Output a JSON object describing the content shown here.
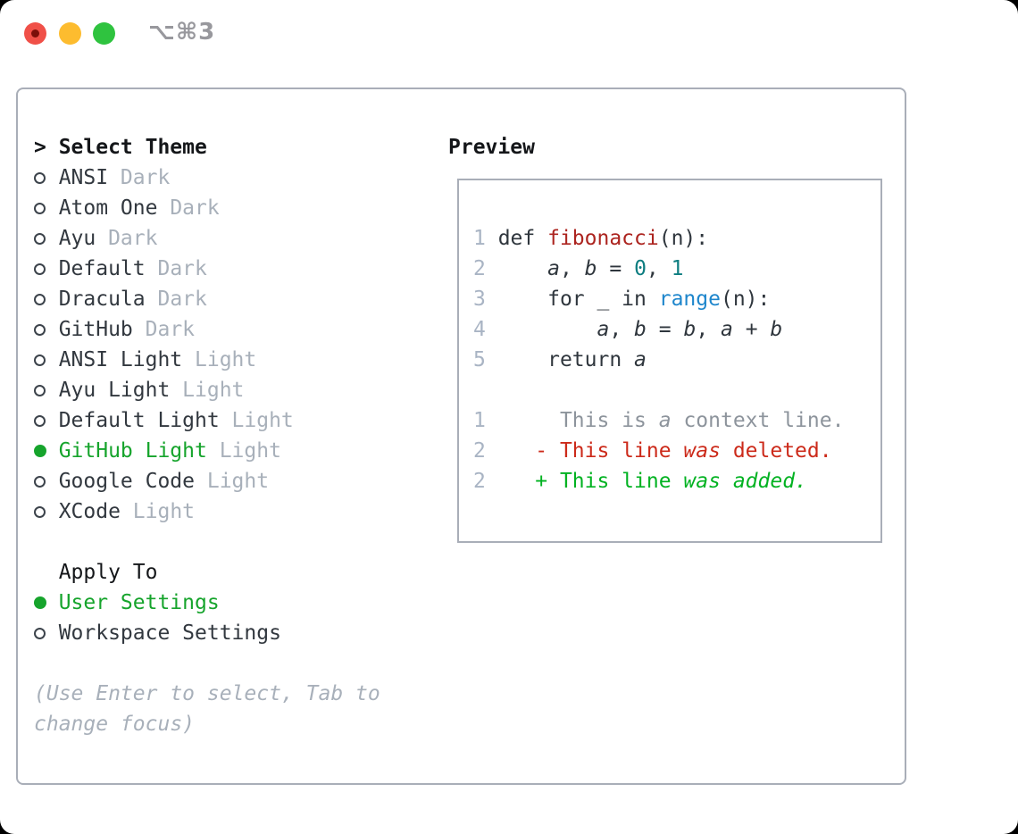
{
  "window": {
    "title": "⌥⌘3"
  },
  "titlebar": {
    "icons": {
      "close": "red-circle",
      "minimize": "yellow-circle",
      "zoom": "green-circle"
    }
  },
  "theme_picker": {
    "focus_marker": ">",
    "title": "Select Theme",
    "radio_icons": {
      "selected": "filled-circle",
      "unselected": "outline-circle"
    },
    "themes": [
      {
        "name": "ANSI",
        "tag": "Dark",
        "selected": false
      },
      {
        "name": "Atom One",
        "tag": "Dark",
        "selected": false
      },
      {
        "name": "Ayu",
        "tag": "Dark",
        "selected": false
      },
      {
        "name": "Default",
        "tag": "Dark",
        "selected": false
      },
      {
        "name": "Dracula",
        "tag": "Dark",
        "selected": false
      },
      {
        "name": "GitHub",
        "tag": "Dark",
        "selected": false
      },
      {
        "name": "ANSI Light",
        "tag": "Light",
        "selected": false
      },
      {
        "name": "Ayu Light",
        "tag": "Light",
        "selected": false
      },
      {
        "name": "Default Light",
        "tag": "Light",
        "selected": false
      },
      {
        "name": "GitHub Light",
        "tag": "Light",
        "selected": true
      },
      {
        "name": "Google Code",
        "tag": "Light",
        "selected": false
      },
      {
        "name": "XCode",
        "tag": "Light",
        "selected": false
      }
    ],
    "apply_to": {
      "title": "Apply To",
      "options": [
        {
          "label": "User Settings",
          "selected": true
        },
        {
          "label": "Workspace Settings",
          "selected": false
        }
      ]
    },
    "help_lines": [
      "(Use Enter to select, Tab to",
      "change focus)"
    ]
  },
  "preview": {
    "title": "Preview",
    "lines": [
      {
        "tokens": [
          {
            "t": "1 ",
            "c": "ln"
          },
          {
            "t": "def ",
            "c": "pln"
          },
          {
            "t": "fibonacci",
            "c": "fn"
          },
          {
            "t": "(n):",
            "c": "pln"
          }
        ]
      },
      {
        "tokens": [
          {
            "t": "2 ",
            "c": "ln"
          },
          {
            "t": "    ",
            "c": "pln"
          },
          {
            "t": "a",
            "c": "var"
          },
          {
            "t": ", ",
            "c": "pln"
          },
          {
            "t": "b",
            "c": "var"
          },
          {
            "t": " = ",
            "c": "pln"
          },
          {
            "t": "0",
            "c": "num"
          },
          {
            "t": ", ",
            "c": "pln"
          },
          {
            "t": "1",
            "c": "num"
          }
        ]
      },
      {
        "tokens": [
          {
            "t": "3 ",
            "c": "ln"
          },
          {
            "t": "    for _ in ",
            "c": "pln"
          },
          {
            "t": "range",
            "c": "call"
          },
          {
            "t": "(n):",
            "c": "pln"
          }
        ]
      },
      {
        "tokens": [
          {
            "t": "4 ",
            "c": "ln"
          },
          {
            "t": "        ",
            "c": "pln"
          },
          {
            "t": "a",
            "c": "var"
          },
          {
            "t": ", ",
            "c": "pln"
          },
          {
            "t": "b",
            "c": "var"
          },
          {
            "t": " = ",
            "c": "pln"
          },
          {
            "t": "b",
            "c": "var"
          },
          {
            "t": ", ",
            "c": "pln"
          },
          {
            "t": "a",
            "c": "var"
          },
          {
            "t": " + ",
            "c": "pln"
          },
          {
            "t": "b",
            "c": "var"
          }
        ]
      },
      {
        "tokens": [
          {
            "t": "5 ",
            "c": "ln"
          },
          {
            "t": "    return ",
            "c": "pln"
          },
          {
            "t": "a",
            "c": "var"
          }
        ]
      },
      {
        "tokens": []
      },
      {
        "tokens": [
          {
            "t": "1 ",
            "c": "ln"
          },
          {
            "t": "     ",
            "c": "pln"
          },
          {
            "t": "This is ",
            "c": "ctx"
          },
          {
            "t": "a",
            "c": "ctxi"
          },
          {
            "t": " context line.",
            "c": "ctx"
          }
        ]
      },
      {
        "tokens": [
          {
            "t": "2 ",
            "c": "ln"
          },
          {
            "t": "   ",
            "c": "pln"
          },
          {
            "t": "- This line ",
            "c": "del"
          },
          {
            "t": "was",
            "c": "deli"
          },
          {
            "t": " deleted.",
            "c": "del"
          }
        ]
      },
      {
        "tokens": [
          {
            "t": "2 ",
            "c": "ln"
          },
          {
            "t": "   ",
            "c": "pln"
          },
          {
            "t": "+ This line ",
            "c": "add"
          },
          {
            "t": "was",
            "c": "addi"
          },
          {
            "t": " ",
            "c": "add"
          },
          {
            "t": "added.",
            "c": "addi"
          }
        ]
      }
    ]
  },
  "colors": {
    "accent_green": "#16a42c",
    "diff_added_green": "#00b221",
    "diff_deleted_red": "#cc2a1a",
    "function_red": "#ac241f",
    "builtin_blue": "#1e86cc",
    "number_teal": "#0d7d80",
    "muted_gray": "#a8b0ba",
    "line_number_gray": "#a9b4c4",
    "border_gray": "#a9aeb8",
    "traffic_red": "#f05048",
    "traffic_yellow": "#fdbc2f",
    "traffic_green": "#2fc33f"
  }
}
